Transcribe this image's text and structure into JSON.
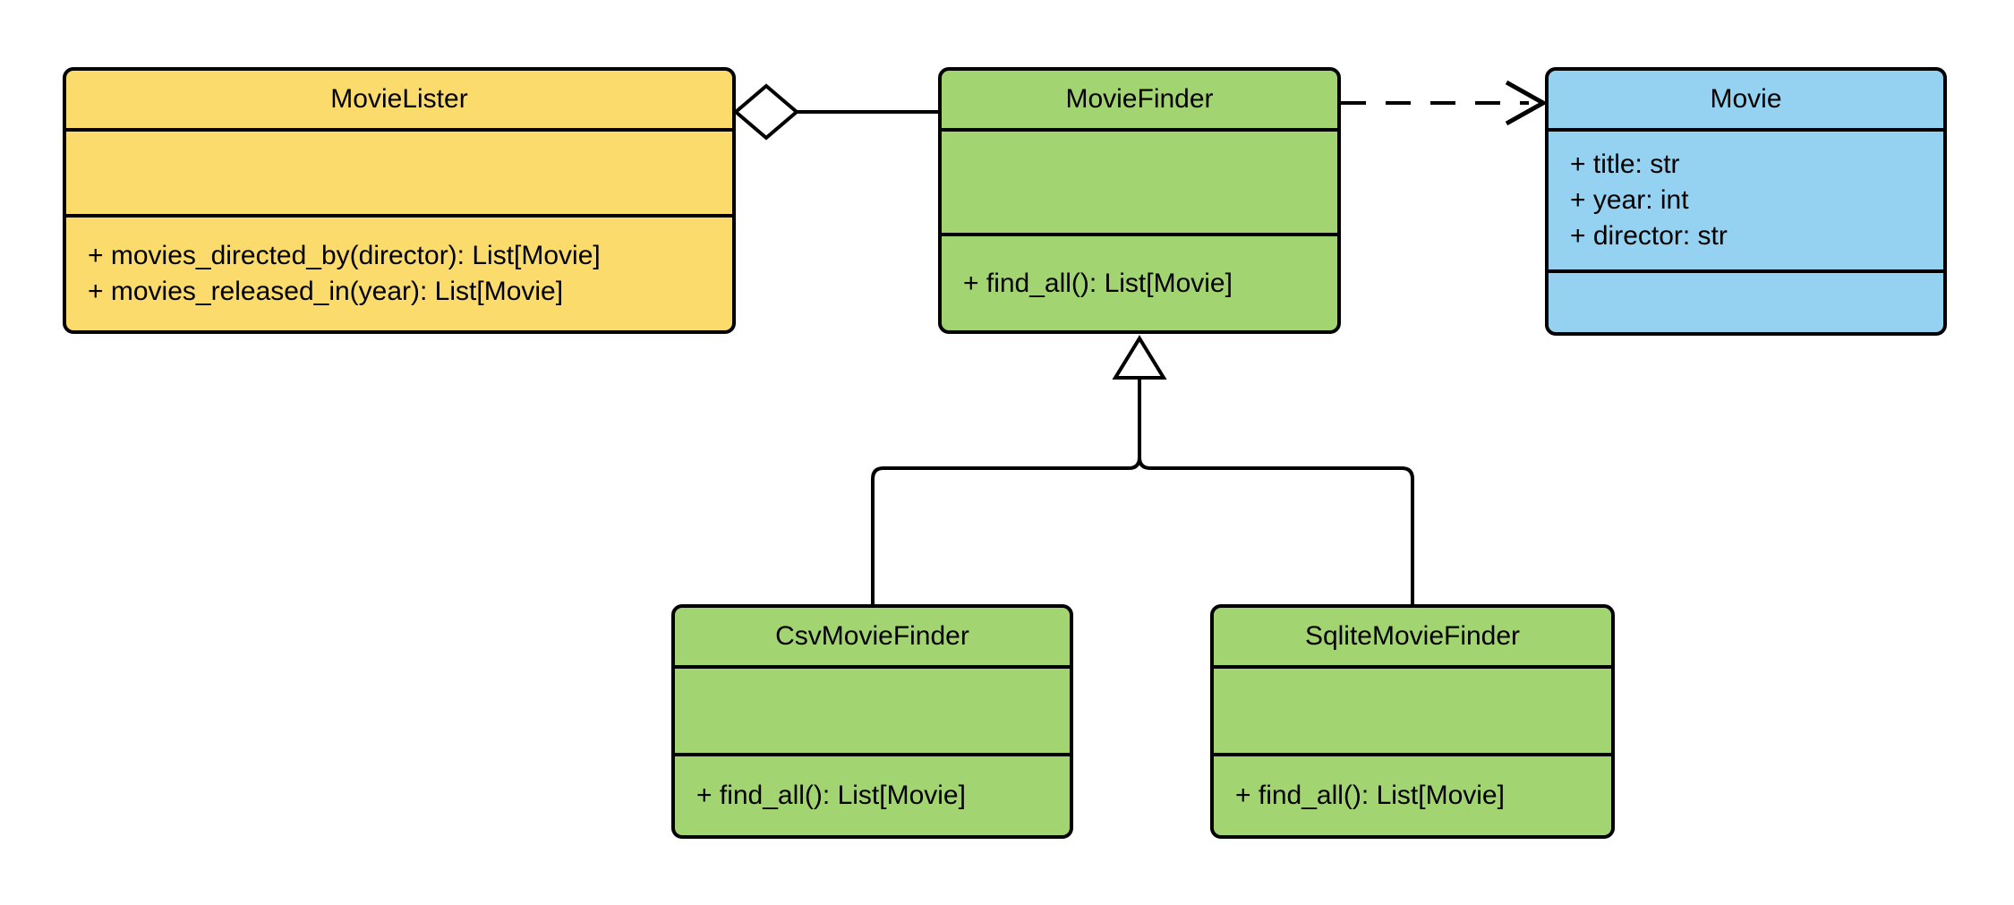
{
  "canvas": {
    "background": "#FFFFFF",
    "stroke_color": "#000000",
    "text_color": "#000000"
  },
  "classes": [
    {
      "name": "MovieLister",
      "fill": "#FCDB6D",
      "attributes": [],
      "methods": [
        "+ movies_directed_by(director): List[Movie]",
        "+ movies_released_in(year): List[Movie]"
      ]
    },
    {
      "name": "MovieFinder",
      "fill": "#A2D572",
      "attributes": [],
      "methods": [
        "+ find_all(): List[Movie]"
      ]
    },
    {
      "name": "Movie",
      "fill": "#95D1F1",
      "attributes": [
        "+ title: str",
        "+ year: int",
        "+ director: str"
      ],
      "methods": []
    },
    {
      "name": "CsvMovieFinder",
      "fill": "#A2D572",
      "attributes": [],
      "methods": [
        "+ find_all(): List[Movie]"
      ]
    },
    {
      "name": "SqliteMovieFinder",
      "fill": "#A2D572",
      "attributes": [],
      "methods": [
        "+ find_all(): List[Movie]"
      ]
    }
  ],
  "relationships": [
    {
      "type": "aggregation",
      "from": "MovieLister",
      "to": "MovieFinder",
      "marker": "hollow-diamond",
      "line": "solid"
    },
    {
      "type": "dependency",
      "from": "MovieFinder",
      "to": "Movie",
      "marker": "open-arrow",
      "line": "dashed"
    },
    {
      "type": "inheritance",
      "from": "CsvMovieFinder",
      "to": "MovieFinder",
      "marker": "hollow-triangle",
      "line": "solid"
    },
    {
      "type": "inheritance",
      "from": "SqliteMovieFinder",
      "to": "MovieFinder",
      "marker": "hollow-triangle",
      "line": "solid"
    }
  ]
}
